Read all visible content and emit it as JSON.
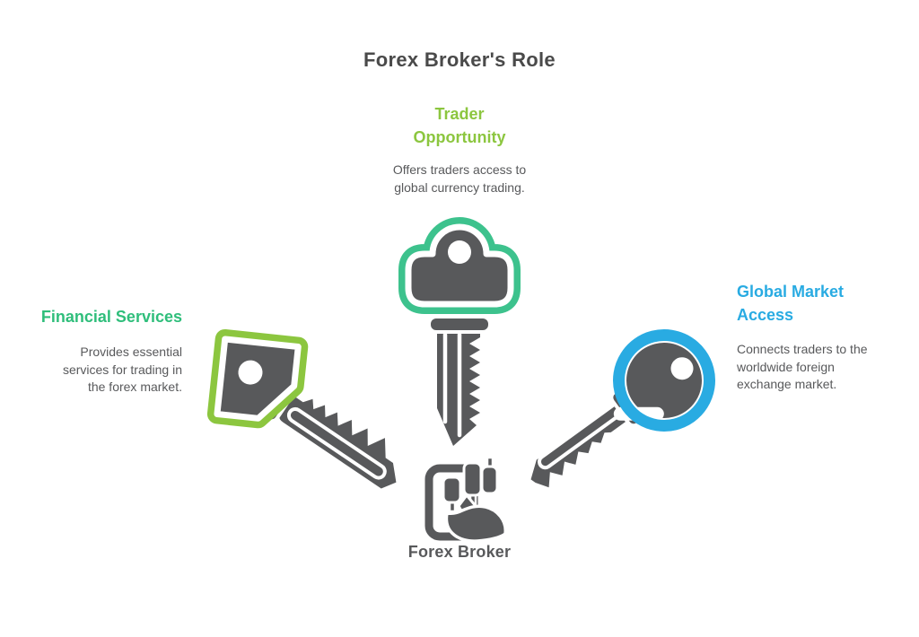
{
  "title": "Forex Broker's Role",
  "nodes": {
    "top": {
      "heading": "Trader\nOpportunity",
      "description": "Offers traders access to\nglobal currency trading."
    },
    "left": {
      "heading": "Financial Services",
      "description": "Provides essential\nservices for trading in\nthe forex market."
    },
    "right": {
      "heading": "Global Market\nAccess",
      "description": "Connects traders to the\nworldwide foreign\nexchange market."
    }
  },
  "center": {
    "label": "Forex Broker"
  },
  "icons": {
    "top": "cloud-key-icon",
    "left": "square-key-icon",
    "right": "round-key-icon",
    "center": "trading-chart-hand-icon"
  },
  "colors": {
    "lime": "#8CC63F",
    "green": "#2FBE7B",
    "key_green": "#3DC28D",
    "blue": "#29ABE2",
    "gray": "#58595B",
    "dark": "#4A4A4A"
  }
}
